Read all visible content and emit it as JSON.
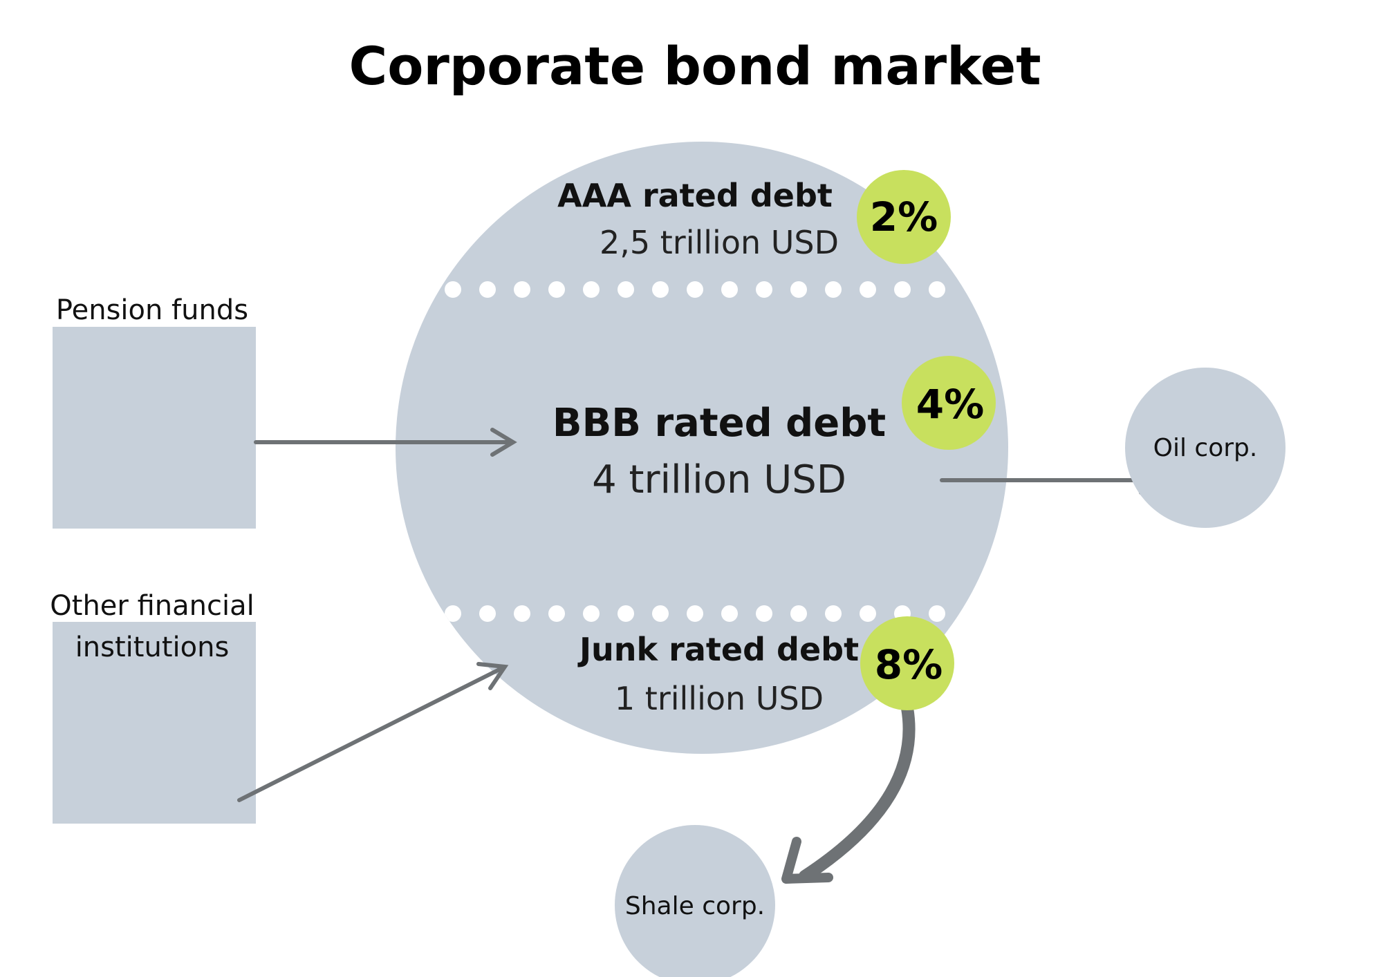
{
  "title": "Corporate bond market",
  "colors": {
    "shape_fill": "#c7d0da",
    "badge_fill": "#c8e05e",
    "arrow": "#6e7275",
    "dots": "#ffffff",
    "text": "#111111"
  },
  "sources": {
    "pension": {
      "label": "Pension funds"
    },
    "other": {
      "label_line1": "Other financial",
      "label_line2": "institutions"
    }
  },
  "tiers": {
    "aaa": {
      "title": "AAA rated debt",
      "amount": "2,5 trillion USD",
      "rate": "2%"
    },
    "bbb": {
      "title": "BBB rated debt",
      "amount": "4 trillion USD",
      "rate": "4%"
    },
    "junk": {
      "title": "Junk rated debt",
      "amount": "1 trillion USD",
      "rate": "8%"
    }
  },
  "borrowers": {
    "oil": {
      "label": "Oil corp."
    },
    "shale": {
      "label": "Shale corp."
    }
  }
}
